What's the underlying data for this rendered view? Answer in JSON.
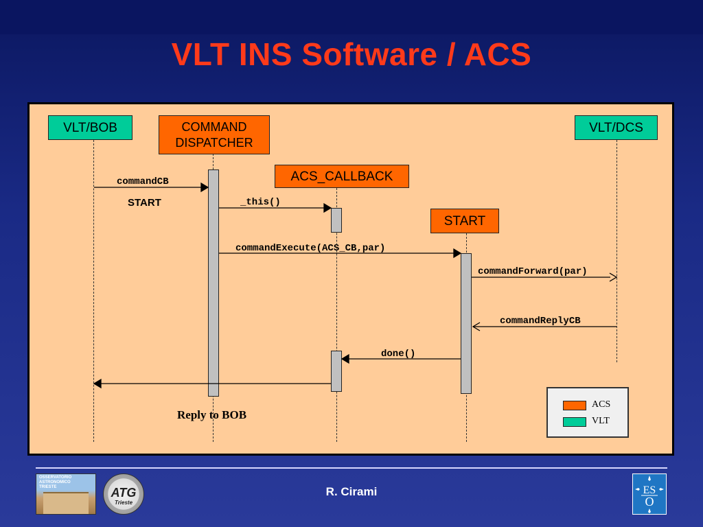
{
  "slide": {
    "title": "VLT INS Software / ACS",
    "author": "R. Cirami"
  },
  "colors": {
    "acs": "#ff6600",
    "vlt": "#00cc99",
    "panel": "#ffcc99",
    "title": "#ff3a1a"
  },
  "participants": {
    "vlt_bob": "VLT/BOB",
    "command_dispatcher": "COMMAND DISPATCHER",
    "acs_callback": "ACS_CALLBACK",
    "start": "START",
    "vlt_dcs": "VLT/DCS"
  },
  "messages": {
    "command_cb": "commandCB",
    "start_label": "START",
    "this_call": "_this()",
    "command_execute": "commandExecute(ACS_CB,par)",
    "command_forward": "commandForward(par)",
    "command_reply_cb": "commandReplyCB",
    "done": "done()",
    "reply_to_bob": "Reply to BOB"
  },
  "legend": {
    "acs": "ACS",
    "vlt": "VLT"
  },
  "logos": {
    "oat_text": "OSSERVATORIO ASTRONOMICO TRIESTE",
    "atg_top": "ATG",
    "atg_bottom": "Trieste",
    "eso_icon": "eso-logo"
  }
}
